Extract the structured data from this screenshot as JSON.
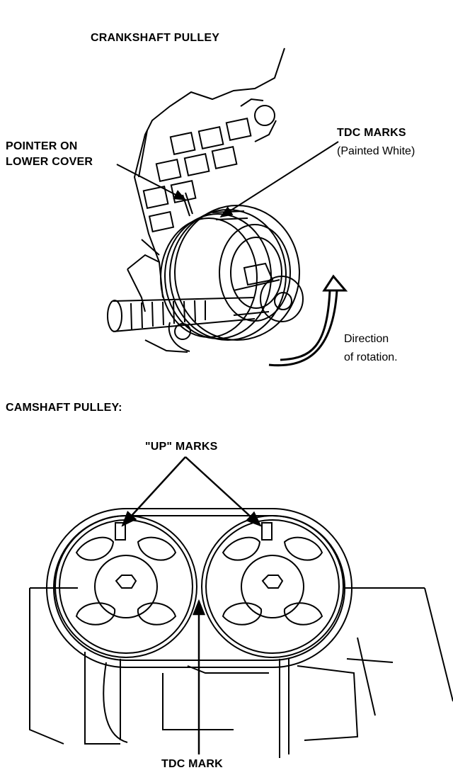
{
  "labels": {
    "crankshaft_title": "CRANKSHAFT PULLEY",
    "pointer_line1": "POINTER ON",
    "pointer_line2": "LOWER COVER",
    "tdc_marks": "TDC MARKS",
    "tdc_marks_note": "(Painted White)",
    "direction_line1": "Direction",
    "direction_line2": "of rotation.",
    "camshaft_title": "CAMSHAFT PULLEY:",
    "up_marks": "\"UP\" MARKS",
    "tdc_mark": "TDC MARK"
  },
  "colors": {
    "ink": "#000000",
    "paper": "#ffffff"
  }
}
